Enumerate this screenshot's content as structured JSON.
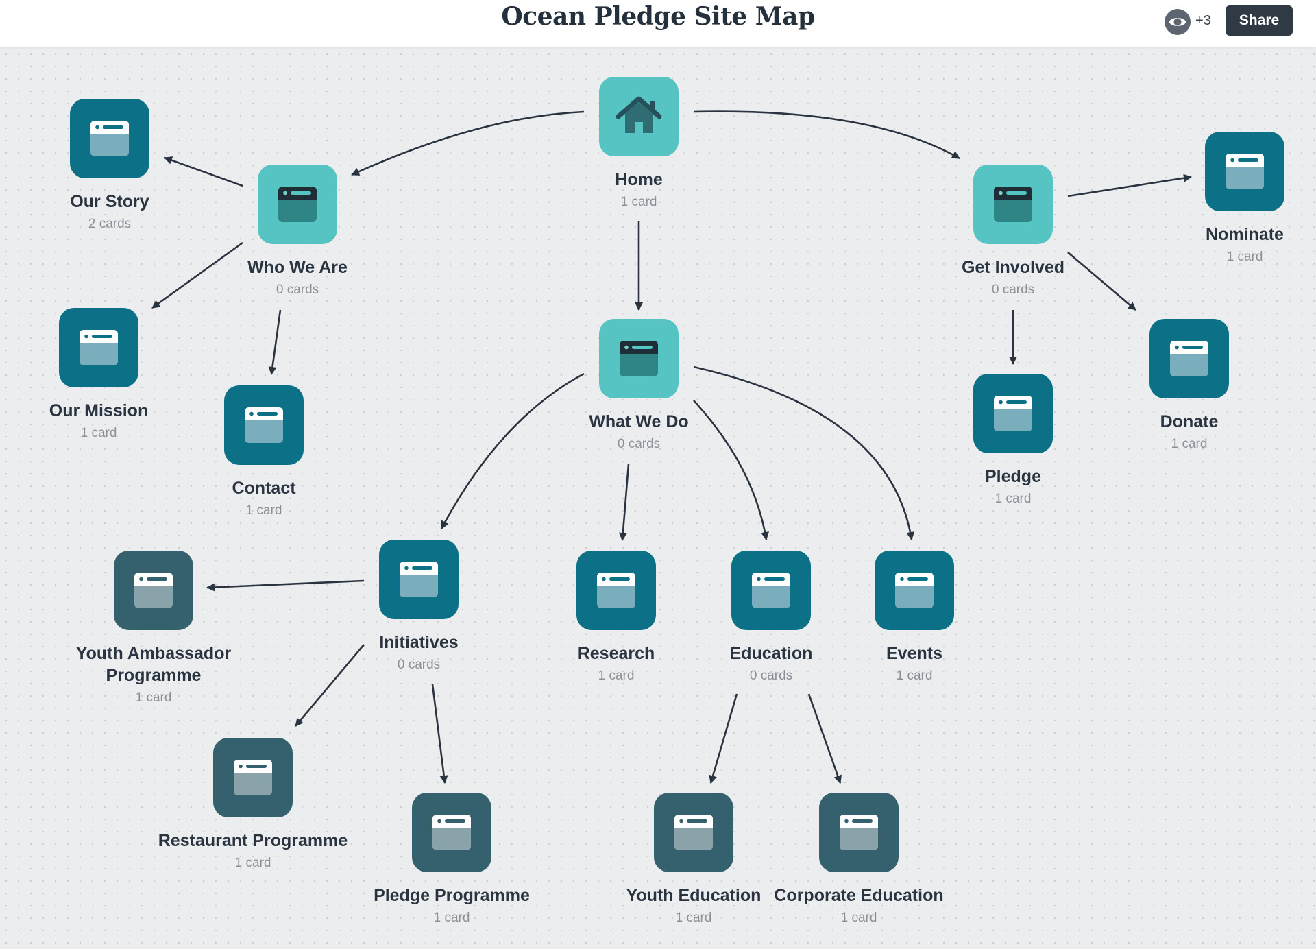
{
  "header": {
    "title": "Ocean Pledge Site Map",
    "viewers_count": "+3",
    "share_label": "Share"
  },
  "colors": {
    "tile_light": "#55c4c3",
    "tile_mid": "#0c7186",
    "tile_dark": "#34616d",
    "edge": "#2a3440"
  },
  "nodes": [
    {
      "id": "home",
      "label": "Home",
      "count": "1 card",
      "style": "light",
      "icon": "home-icon"
    },
    {
      "id": "who-we-are",
      "label": "Who We Are",
      "count": "0 cards",
      "style": "light",
      "icon": "page-icon"
    },
    {
      "id": "get-involved",
      "label": "Get Involved",
      "count": "0 cards",
      "style": "light",
      "icon": "page-icon"
    },
    {
      "id": "what-we-do",
      "label": "What We Do",
      "count": "0 cards",
      "style": "light",
      "icon": "page-icon"
    },
    {
      "id": "our-story",
      "label": "Our Story",
      "count": "2 cards",
      "style": "mid",
      "icon": "page-icon"
    },
    {
      "id": "our-mission",
      "label": "Our Mission",
      "count": "1 card",
      "style": "mid",
      "icon": "page-icon"
    },
    {
      "id": "contact",
      "label": "Contact",
      "count": "1 card",
      "style": "mid",
      "icon": "page-icon"
    },
    {
      "id": "nominate",
      "label": "Nominate",
      "count": "1 card",
      "style": "mid",
      "icon": "page-icon"
    },
    {
      "id": "pledge",
      "label": "Pledge",
      "count": "1 card",
      "style": "mid",
      "icon": "page-icon"
    },
    {
      "id": "donate",
      "label": "Donate",
      "count": "1 card",
      "style": "mid",
      "icon": "page-icon"
    },
    {
      "id": "initiatives",
      "label": "Initiatives",
      "count": "0 cards",
      "style": "mid",
      "icon": "page-icon"
    },
    {
      "id": "research",
      "label": "Research",
      "count": "1 card",
      "style": "mid",
      "icon": "page-icon"
    },
    {
      "id": "education",
      "label": "Education",
      "count": "0 cards",
      "style": "mid",
      "icon": "page-icon"
    },
    {
      "id": "events",
      "label": "Events",
      "count": "1 card",
      "style": "mid",
      "icon": "page-icon"
    },
    {
      "id": "youth-ambassador",
      "label": "Youth Ambassador Programme",
      "count": "1 card",
      "style": "dark",
      "icon": "page-icon"
    },
    {
      "id": "restaurant",
      "label": "Restaurant Programme",
      "count": "1 card",
      "style": "dark",
      "icon": "page-icon"
    },
    {
      "id": "pledge-programme",
      "label": "Pledge Programme",
      "count": "1 card",
      "style": "dark",
      "icon": "page-icon"
    },
    {
      "id": "youth-education",
      "label": "Youth Education",
      "count": "1 card",
      "style": "dark",
      "icon": "page-icon"
    },
    {
      "id": "corporate-education",
      "label": "Corporate Education",
      "count": "1 card",
      "style": "dark",
      "icon": "page-icon"
    }
  ],
  "edges": [
    {
      "from": "home",
      "to": "who-we-are"
    },
    {
      "from": "home",
      "to": "get-involved"
    },
    {
      "from": "home",
      "to": "what-we-do"
    },
    {
      "from": "who-we-are",
      "to": "our-story"
    },
    {
      "from": "who-we-are",
      "to": "our-mission"
    },
    {
      "from": "who-we-are",
      "to": "contact"
    },
    {
      "from": "get-involved",
      "to": "nominate"
    },
    {
      "from": "get-involved",
      "to": "pledge"
    },
    {
      "from": "get-involved",
      "to": "donate"
    },
    {
      "from": "what-we-do",
      "to": "initiatives"
    },
    {
      "from": "what-we-do",
      "to": "research"
    },
    {
      "from": "what-we-do",
      "to": "education"
    },
    {
      "from": "what-we-do",
      "to": "events"
    },
    {
      "from": "initiatives",
      "to": "youth-ambassador"
    },
    {
      "from": "initiatives",
      "to": "restaurant"
    },
    {
      "from": "initiatives",
      "to": "pledge-programme"
    },
    {
      "from": "education",
      "to": "youth-education"
    },
    {
      "from": "education",
      "to": "corporate-education"
    }
  ]
}
